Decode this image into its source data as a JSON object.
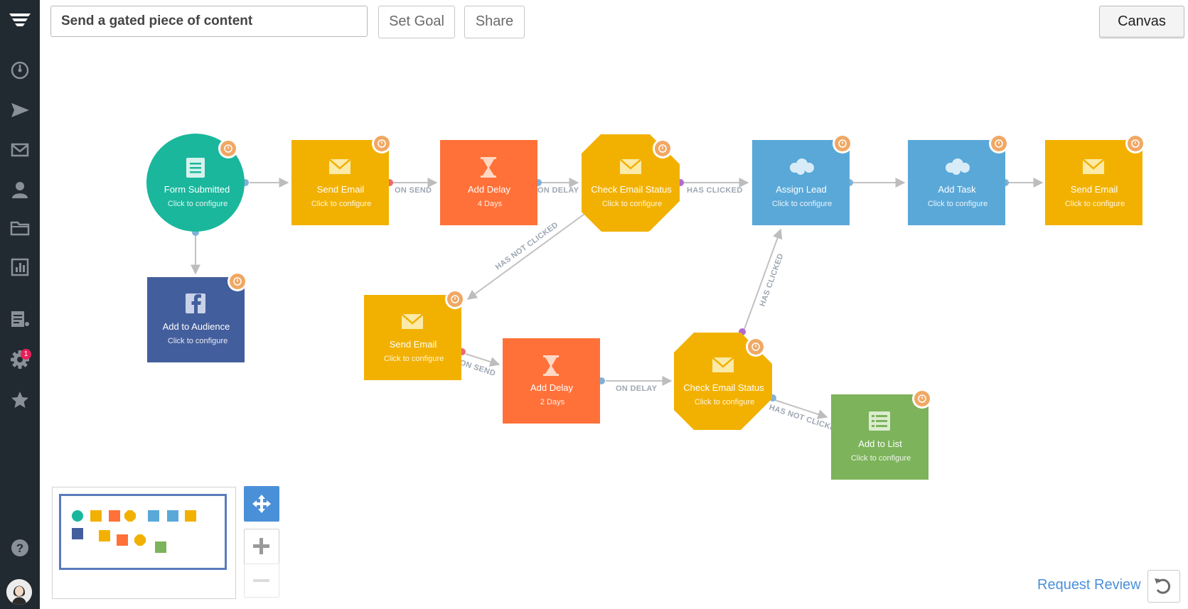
{
  "topbar": {
    "title": "Send a gated piece of content",
    "set_goal_label": "Set Goal",
    "share_label": "Share",
    "canvas_label": "Canvas"
  },
  "sidebar": {
    "items": [
      {
        "name": "menu-icon"
      },
      {
        "name": "dashboard-gauge-icon"
      },
      {
        "name": "send-icon"
      },
      {
        "name": "mail-icon"
      },
      {
        "name": "user-icon"
      },
      {
        "name": "folder-icon"
      },
      {
        "name": "bar-chart-icon"
      },
      {
        "name": "report-icon"
      },
      {
        "name": "gear-icon",
        "badge": "1"
      },
      {
        "name": "star-icon"
      },
      {
        "name": "help-icon"
      }
    ]
  },
  "colors": {
    "sidebar": "#222a31",
    "teal": "#1ab79d",
    "yellow": "#f2b100",
    "orange": "#ff7139",
    "blue": "#5aa8d8",
    "facebook": "#435e9c",
    "green": "#7db35b",
    "warning_badge": "#f0a864"
  },
  "nodes": [
    {
      "id": "n1",
      "title": "Form Submitted",
      "subtitle": "Click to configure",
      "color": "#1ab79d",
      "icon": "form-icon"
    },
    {
      "id": "n2",
      "title": "Send Email",
      "subtitle": "Click to configure",
      "color": "#f2b100",
      "icon": "envelope-icon"
    },
    {
      "id": "n3",
      "title": "Add Delay",
      "subtitle": "4 Days",
      "color": "#ff7139",
      "icon": "hourglass-icon"
    },
    {
      "id": "n4",
      "title": "Check Email Status",
      "subtitle": "Click to configure",
      "color": "#f2b100",
      "icon": "envelope-icon"
    },
    {
      "id": "n5",
      "title": "Assign Lead",
      "subtitle": "Click to configure",
      "color": "#5aa8d8",
      "icon": "salesforce-cloud-icon"
    },
    {
      "id": "n6",
      "title": "Add Task",
      "subtitle": "Click to configure",
      "color": "#5aa8d8",
      "icon": "salesforce-cloud-icon"
    },
    {
      "id": "n7",
      "title": "Send Email",
      "subtitle": "Click to configure",
      "color": "#f2b100",
      "icon": "envelope-icon"
    },
    {
      "id": "n8",
      "title": "Add to Audience",
      "subtitle": "Click to configure",
      "color": "#435e9c",
      "icon": "facebook-icon"
    },
    {
      "id": "n9",
      "title": "Send Email",
      "subtitle": "Click to configure",
      "color": "#f2b100",
      "icon": "envelope-icon"
    },
    {
      "id": "n10",
      "title": "Add Delay",
      "subtitle": "2 Days",
      "color": "#ff7139",
      "icon": "hourglass-icon"
    },
    {
      "id": "n11",
      "title": "Check Email Status",
      "subtitle": "Click to configure",
      "color": "#f2b100",
      "icon": "envelope-icon"
    },
    {
      "id": "n12",
      "title": "Add to List",
      "subtitle": "Click to configure",
      "color": "#7db35b",
      "icon": "list-icon"
    }
  ],
  "edges": [
    {
      "from": "n2",
      "to": "n3",
      "label": "ON SEND"
    },
    {
      "from": "n3",
      "to": "n4",
      "label": "ON DELAY"
    },
    {
      "from": "n4",
      "to": "n5",
      "label": "HAS CLICKED"
    },
    {
      "from": "n4",
      "to": "n9",
      "label": "HAS NOT CLICKED"
    },
    {
      "from": "n9",
      "to": "n10",
      "label": "ON SEND"
    },
    {
      "from": "n10",
      "to": "n11",
      "label": "ON DELAY"
    },
    {
      "from": "n11",
      "to": "n5",
      "label": "HAS CLICKED"
    },
    {
      "from": "n11",
      "to": "n12",
      "label": "HAS NOT CLICKED"
    }
  ],
  "minimap": {
    "node_colors": [
      "#1ab79d",
      "#f2b100",
      "#ff7139",
      "#f2b100",
      "#5aa8d8",
      "#5aa8d8",
      "#f2b100",
      "#435e9c",
      "#f2b100",
      "#ff7139",
      "#f2b100",
      "#7db35b"
    ]
  },
  "controls": {
    "pan": "move-icon",
    "zoom_in": "plus-icon",
    "zoom_out": "minus-icon",
    "undo": "undo-icon"
  },
  "footer": {
    "request_review_label": "Request Review"
  }
}
